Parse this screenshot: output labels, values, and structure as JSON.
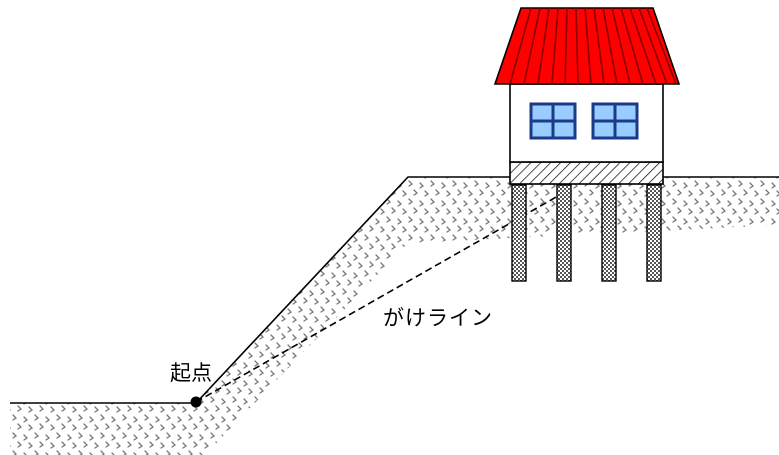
{
  "labels": {
    "start_point": "起点",
    "cliff_line": "がけライン"
  },
  "colors": {
    "roof": "#ff0000",
    "window_pane": "#99ccff",
    "window_frame": "#1a3a8a",
    "ground_dots": "#777777",
    "outline": "#000000",
    "wall": "#ffffff"
  },
  "icons": {
    "house": "house-on-piles",
    "start_marker": "filled-dot"
  }
}
